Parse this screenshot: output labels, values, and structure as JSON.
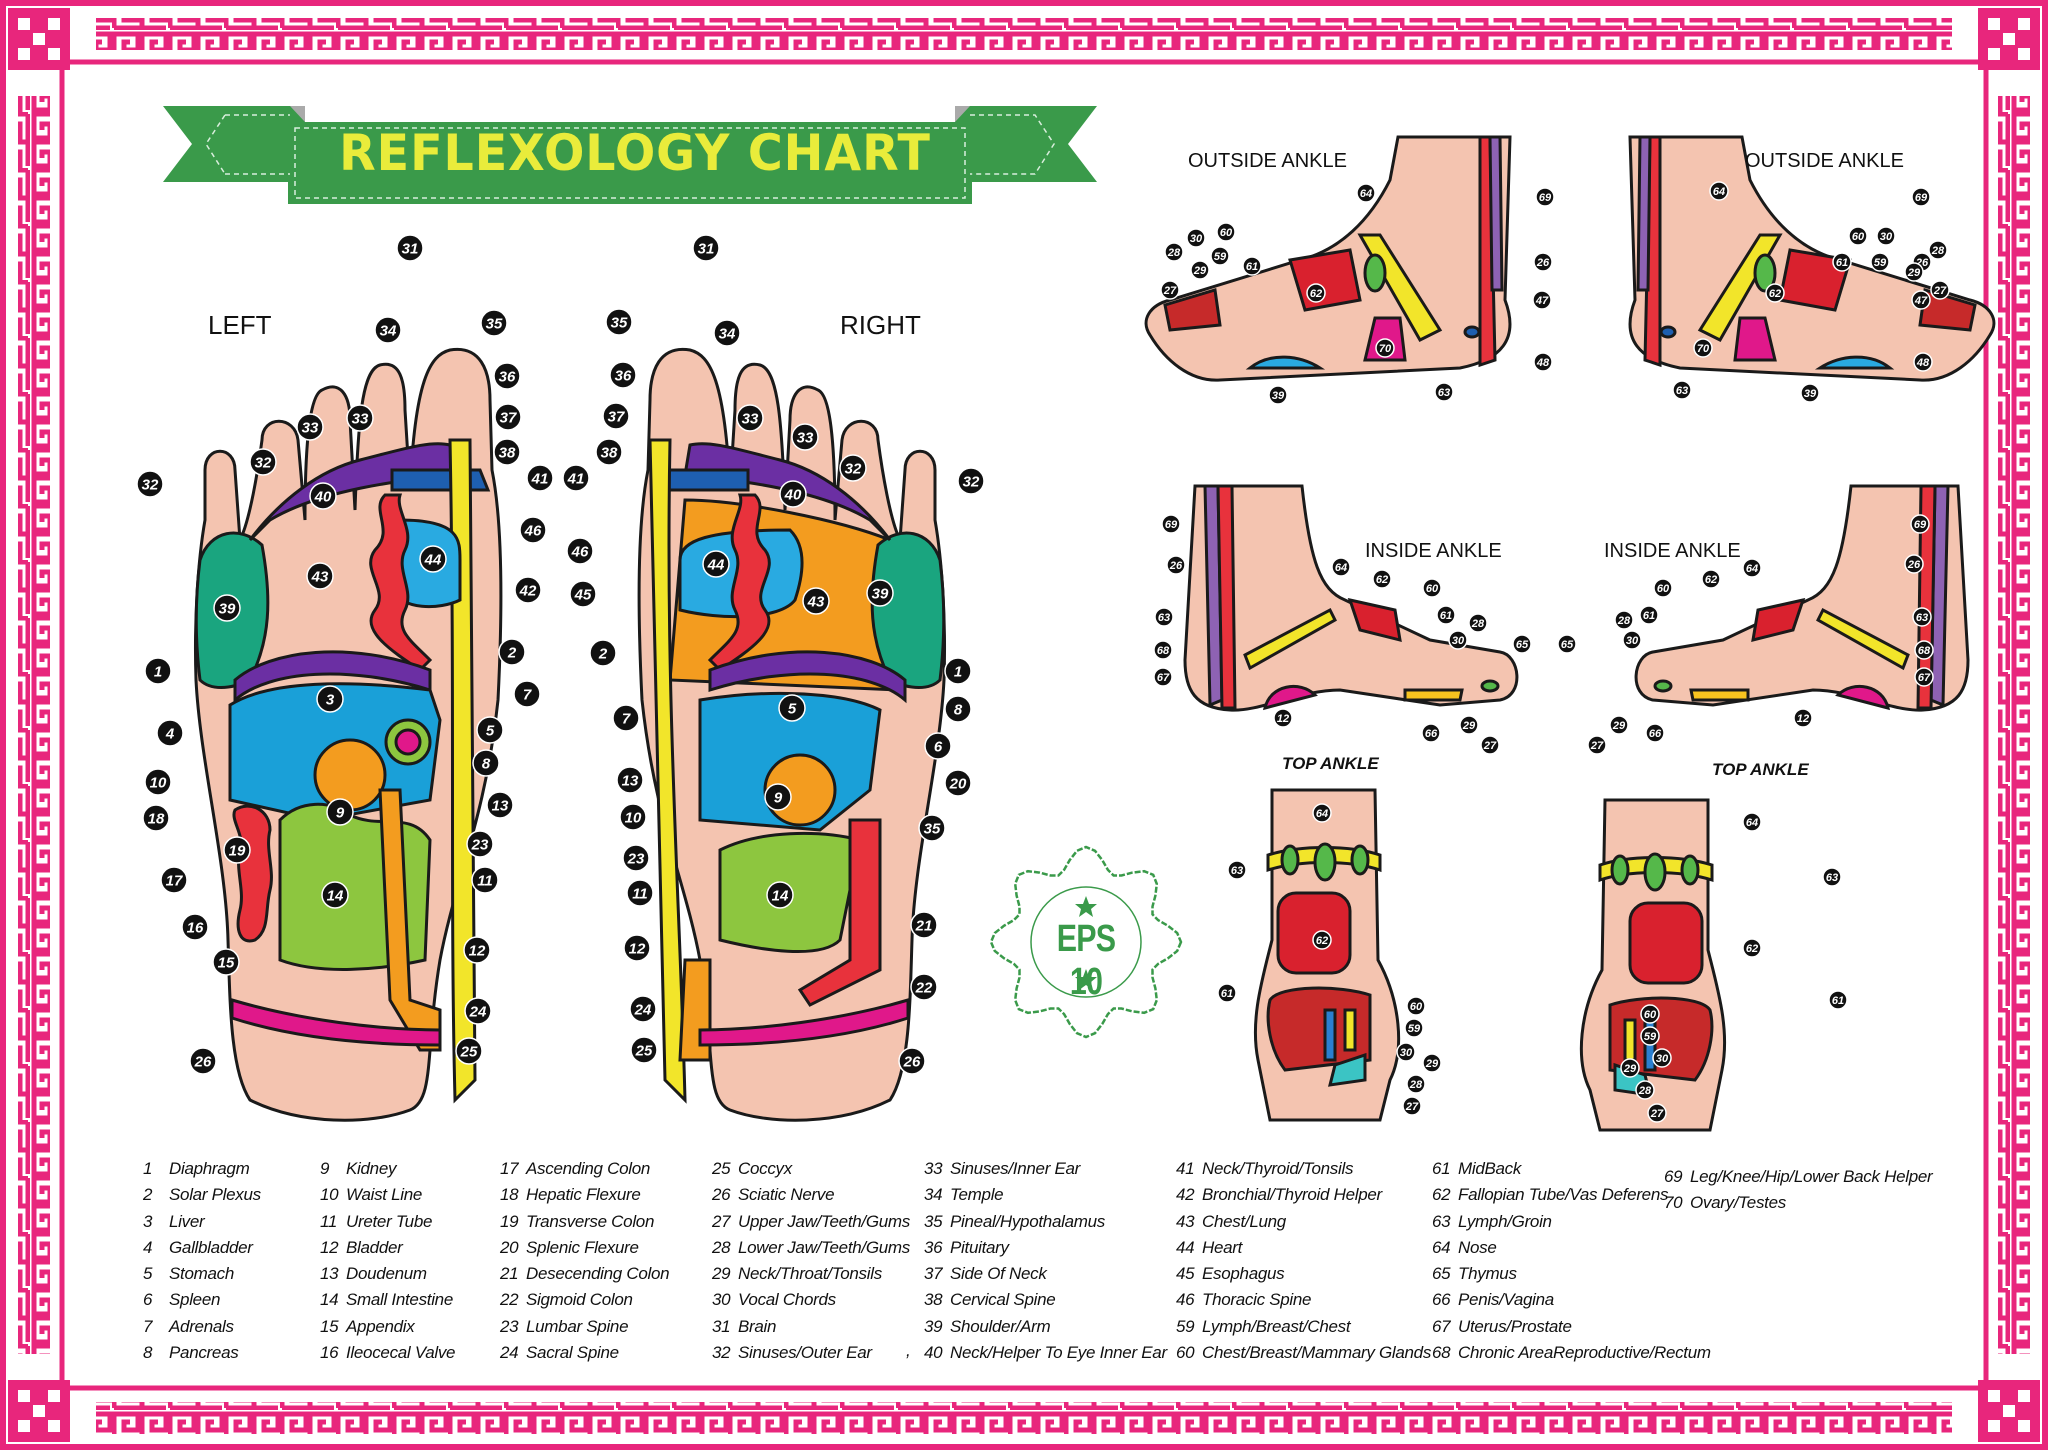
{
  "title": "REFLEXOLOGY CHART",
  "badge": "EPS 10",
  "views": {
    "left": "LEFT",
    "right": "RIGHT",
    "outside_ankle_left": "OUTSIDE ANKLE",
    "outside_ankle_right": "OUTSIDE ANKLE",
    "inside_ankle_left": "INSIDE ANKLE",
    "inside_ankle_right": "INSIDE ANKLE",
    "top_ankle_left": "TOP ANKLE",
    "top_ankle_right": "TOP ANKLE"
  },
  "colors": {
    "border": "#e8267c",
    "banner": "#3a9a4a",
    "title": "#e9ec3b",
    "skin": "#f4c4b0",
    "outline": "#1a1a1a"
  },
  "legend": {
    "col1": [
      {
        "n": "1",
        "label": "Diaphragm"
      },
      {
        "n": "2",
        "label": "Solar Plexus"
      },
      {
        "n": "3",
        "label": "Liver"
      },
      {
        "n": "4",
        "label": "Gallbladder"
      },
      {
        "n": "5",
        "label": "Stomach"
      },
      {
        "n": "6",
        "label": "Spleen"
      },
      {
        "n": "7",
        "label": "Adrenals"
      },
      {
        "n": "8",
        "label": "Pancreas"
      }
    ],
    "col2": [
      {
        "n": "9",
        "label": "Kidney"
      },
      {
        "n": "10",
        "label": "Waist Line"
      },
      {
        "n": "11",
        "label": "Ureter Tube"
      },
      {
        "n": "12",
        "label": "Bladder"
      },
      {
        "n": "13",
        "label": "Doudenum"
      },
      {
        "n": "14",
        "label": "Small Intestine"
      },
      {
        "n": "15",
        "label": "Appendix"
      },
      {
        "n": "16",
        "label": "Ileocecal Valve"
      }
    ],
    "col3": [
      {
        "n": "17",
        "label": "Ascending Colon"
      },
      {
        "n": "18",
        "label": "Hepatic Flexure"
      },
      {
        "n": "19",
        "label": "Transverse Colon"
      },
      {
        "n": "20",
        "label": "Splenic Flexure"
      },
      {
        "n": "21",
        "label": "Desecending Colon"
      },
      {
        "n": "22",
        "label": "Sigmoid Colon"
      },
      {
        "n": "23",
        "label": "Lumbar Spine"
      },
      {
        "n": "24",
        "label": "Sacral Spine"
      }
    ],
    "col4": [
      {
        "n": "25",
        "label": "Coccyx"
      },
      {
        "n": "26",
        "label": "Sciatic Nerve"
      },
      {
        "n": "27",
        "label": "Upper Jaw/Teeth/Gums"
      },
      {
        "n": "28",
        "label": "Lower Jaw/Teeth/Gums"
      },
      {
        "n": "29",
        "label": "Neck/Throat/Tonsils"
      },
      {
        "n": "30",
        "label": "Vocal Chords"
      },
      {
        "n": "31",
        "label": "Brain"
      },
      {
        "n": "32",
        "label": "Sinuses/Outer Ear"
      }
    ],
    "col5": [
      {
        "n": "33",
        "label": "Sinuses/Inner Ear"
      },
      {
        "n": "34",
        "label": "Temple"
      },
      {
        "n": "35",
        "label": "Pineal/Hypothalamus"
      },
      {
        "n": "36",
        "label": "Pituitary"
      },
      {
        "n": "37",
        "label": "Side Of Neck"
      },
      {
        "n": "38",
        "label": "Cervical Spine"
      },
      {
        "n": "39",
        "label": "Shoulder/Arm"
      },
      {
        "n": "40",
        "label": "Neck/Helper To Eye  Inner Ear"
      }
    ],
    "col6": [
      {
        "n": "41",
        "label": "Neck/Thyroid/Tonsils"
      },
      {
        "n": "42",
        "label": "Bronchial/Thyroid Helper"
      },
      {
        "n": "43",
        "label": "Chest/Lung"
      },
      {
        "n": "44",
        "label": "Heart"
      },
      {
        "n": "45",
        "label": "Esophagus"
      },
      {
        "n": "46",
        "label": "Thoracic Spine"
      },
      {
        "n": "59",
        "label": "Lymph/Breast/Chest"
      },
      {
        "n": "60",
        "label": "Chest/Breast/Mammary Glands"
      }
    ],
    "col7": [
      {
        "n": "61",
        "label": "MidBack"
      },
      {
        "n": "62",
        "label": "Fallopian Tube/Vas Deferens"
      },
      {
        "n": "63",
        "label": "Lymph/Groin"
      },
      {
        "n": "64",
        "label": "Nose"
      },
      {
        "n": "65",
        "label": "Thymus"
      },
      {
        "n": "66",
        "label": "Penis/Vagina"
      },
      {
        "n": "67",
        "label": "Uterus/Prostate"
      },
      {
        "n": "68",
        "label": "Chronic AreaReproductive/Rectum"
      }
    ],
    "col8": [
      {
        "n": "69",
        "label": "Leg/Knee/Hip/Lower Back Helper"
      },
      {
        "n": "70",
        "label": "Ovary/Testes"
      }
    ],
    "stray_mark": ","
  },
  "markers": {
    "left_sole": [
      "31",
      "32",
      "32",
      "33",
      "33",
      "34",
      "35",
      "36",
      "37",
      "38",
      "41",
      "46",
      "40",
      "43",
      "44",
      "42",
      "39",
      "1",
      "2",
      "3",
      "4",
      "7",
      "5",
      "8",
      "10",
      "13",
      "9",
      "18",
      "19",
      "23",
      "17",
      "11",
      "14",
      "16",
      "12",
      "15",
      "24",
      "25",
      "26"
    ],
    "right_sole": [
      "31",
      "35",
      "34",
      "36",
      "37",
      "38",
      "33",
      "33",
      "32",
      "32",
      "41",
      "40",
      "46",
      "44",
      "45",
      "43",
      "39",
      "2",
      "1",
      "5",
      "8",
      "7",
      "6",
      "13",
      "10",
      "9",
      "20",
      "35",
      "23",
      "11",
      "14",
      "21",
      "12",
      "22",
      "24",
      "25",
      "26"
    ],
    "outside_left": [
      "64",
      "69",
      "26",
      "47",
      "48",
      "28",
      "30",
      "60",
      "29",
      "59",
      "61",
      "27",
      "62",
      "70",
      "39",
      "63"
    ],
    "outside_right": [
      "69",
      "64",
      "26",
      "47",
      "48",
      "60",
      "30",
      "28",
      "59",
      "29",
      "61",
      "27",
      "62",
      "70",
      "63",
      "39"
    ],
    "inside_left": [
      "69",
      "26",
      "64",
      "62",
      "63",
      "60",
      "61",
      "28",
      "30",
      "68",
      "65",
      "67",
      "12",
      "66",
      "29",
      "27"
    ],
    "inside_right": [
      "69",
      "26",
      "64",
      "62",
      "63",
      "60",
      "28",
      "61",
      "30",
      "68",
      "65",
      "67",
      "12",
      "27",
      "29",
      "66"
    ],
    "top_left": [
      "64",
      "63",
      "62",
      "61",
      "60",
      "59",
      "30",
      "29",
      "28",
      "27"
    ],
    "top_right": [
      "64",
      "63",
      "62",
      "61",
      "60",
      "59",
      "30",
      "29",
      "28",
      "27"
    ]
  }
}
